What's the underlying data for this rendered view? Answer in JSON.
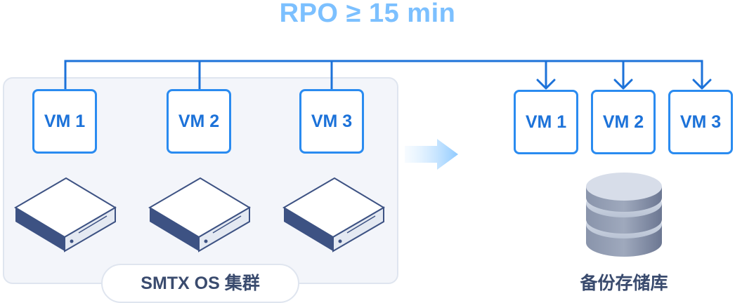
{
  "title": "RPO ≥ 15 min",
  "cluster": {
    "label": "SMTX OS 集群",
    "vms": [
      "VM 1",
      "VM 2",
      "VM 3"
    ]
  },
  "backup": {
    "vms": [
      "VM 1",
      "VM 2",
      "VM 3"
    ],
    "label": "备份存储库"
  },
  "colors": {
    "title": "#7cc0ff",
    "line": "#1c72d9",
    "vm_border": "#2a8bf0",
    "panel_bg": "#f3f5fa",
    "server_top": "#ffffff",
    "server_side": "#3d5283",
    "db_body": "#7e8aa3"
  }
}
